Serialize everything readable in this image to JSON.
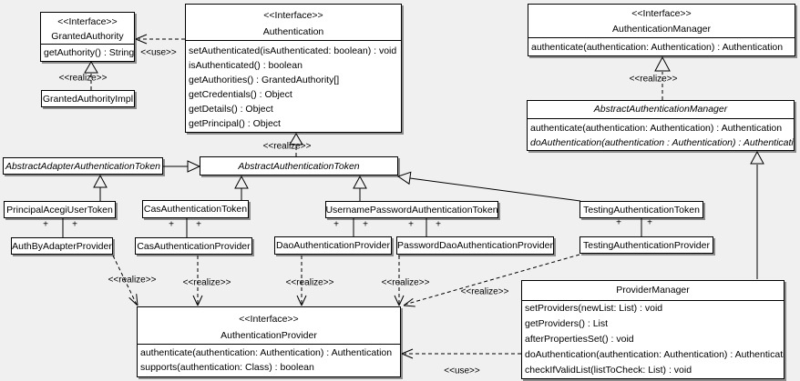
{
  "diagram": {
    "classes": {
      "granted_authority": {
        "stereotype": "<<Interface>>",
        "name": "GrantedAuthority",
        "methods": [
          "getAuthority() : String"
        ]
      },
      "authentication": {
        "stereotype": "<<Interface>>",
        "name": "Authentication",
        "methods": [
          "setAuthenticated(isAuthenticated: boolean) : void",
          "isAuthenticated() : boolean",
          "getAuthorities() : GrantedAuthority[]",
          "getCredentials() : Object",
          "getDetails() : Object",
          "getPrincipal() : Object"
        ]
      },
      "authentication_manager": {
        "stereotype": "<<Interface>>",
        "name": "AuthenticationManager",
        "methods": [
          "authenticate(authentication: Authentication) : Authentication"
        ]
      },
      "granted_authority_impl": {
        "name": "GrantedAuthorityImpl"
      },
      "abstract_authentication_manager": {
        "name": "AbstractAuthenticationManager",
        "methods": [
          "authenticate(authentication: Authentication) : Authentication",
          "doAuthentication(authentication : Authentication) : Authentication"
        ]
      },
      "abstract_adapter_authentication_token": {
        "name": "AbstractAdapterAuthenticationToken"
      },
      "abstract_authentication_token": {
        "name": "AbstractAuthenticationToken"
      },
      "principal_acegi_user_token": {
        "name": "PrincipalAcegiUserToken"
      },
      "cas_authentication_token": {
        "name": "CasAuthenticationToken"
      },
      "username_password_authentication_token": {
        "name": "UsernamePasswordAuthenticationToken"
      },
      "testing_authentication_token": {
        "name": "TestingAuthenticationToken"
      },
      "auth_by_adapter_provider": {
        "name": "AuthByAdapterProvider"
      },
      "cas_authentication_provider": {
        "name": "CasAuthenticationProvider"
      },
      "dao_authentication_provider": {
        "name": "DaoAuthenticationProvider"
      },
      "password_dao_authentication_provider": {
        "name": "PasswordDaoAuthenticationProvider"
      },
      "testing_authentication_provider": {
        "name": "TestingAuthenticationProvider"
      },
      "provider_manager": {
        "name": "ProviderManager",
        "methods": [
          "setProviders(newList: List) : void",
          "getProviders() : List",
          "afterPropertiesSet() : void",
          "doAuthentication(authentication: Authentication) : Authentication",
          "checkIfValidList(listToCheck: List) : void"
        ]
      },
      "authentication_provider": {
        "stereotype": "<<Interface>>",
        "name": "AuthenticationProvider",
        "methods": [
          "authenticate(authentication: Authentication) : Authentication",
          "supports(authentication: Class) : boolean"
        ]
      }
    },
    "edge_labels": {
      "use_granted": "<<use>>",
      "realize_granted_impl": "<<realize>>",
      "realize_abstract_token": "<<realize>>",
      "realize_abstract_manager": "<<realize>>",
      "realize_auth_by_adapter": "<<realize>>",
      "realize_cas_provider": "<<realize>>",
      "realize_dao_provider": "<<realize>>",
      "realize_password_dao_provider": "<<realize>>",
      "realize_testing_provider": "<<realize>>",
      "use_provider_manager": "<<use>>",
      "plus": "+"
    }
  }
}
